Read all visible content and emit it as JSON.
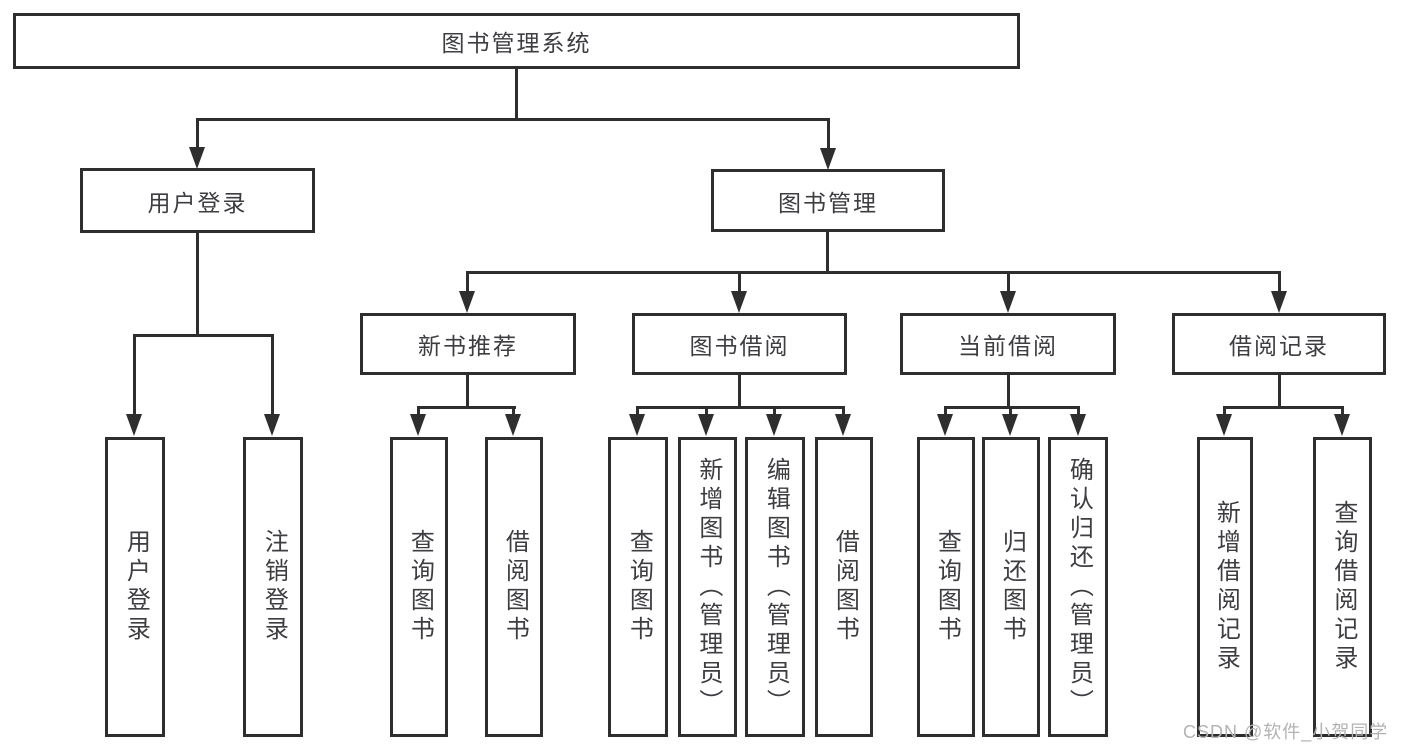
{
  "nodes": {
    "root": "图书管理系统",
    "user_login": "用户登录",
    "book_mgmt": "图书管理",
    "new_books": "新书推荐",
    "book_borrow": "图书借阅",
    "current_borrow": "当前借阅",
    "borrow_records": "借阅记录",
    "leaves": {
      "user_login": [
        "用户登录",
        "注销登录"
      ],
      "new_books": [
        "查询图书",
        "借阅图书"
      ],
      "book_borrow": [
        "查询图书",
        "新增图书（管理员）",
        "编辑图书（管理员）",
        "借阅图书"
      ],
      "current_borrow": [
        "查询图书",
        "归还图书",
        "确认归还（管理员）"
      ],
      "borrow_records": [
        "新增借阅记录",
        "查询借阅记录"
      ]
    }
  },
  "watermark": "CSDN @软件_小贺同学",
  "colors": {
    "line": "#2e2e2e",
    "text": "#3d3d42",
    "background": "#ffffff",
    "watermark": "#b3b3b3"
  }
}
